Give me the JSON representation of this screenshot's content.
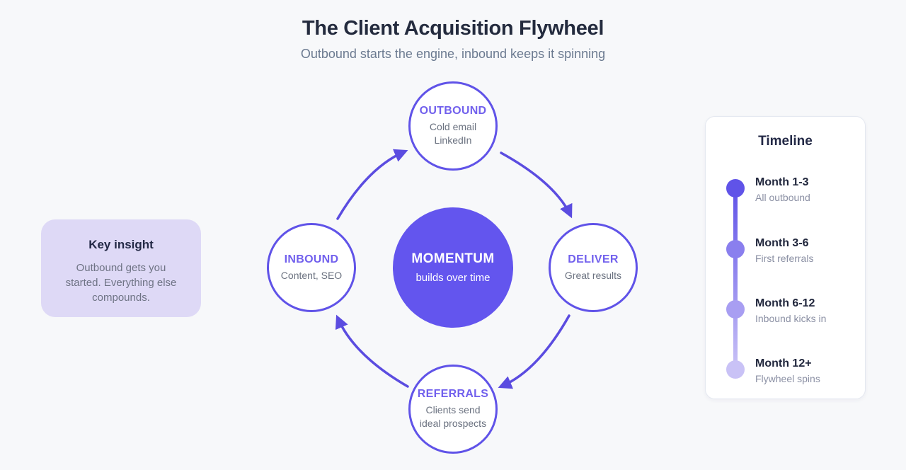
{
  "header": {
    "title": "The Client Acquisition Flywheel",
    "subtitle": "Outbound starts the engine, inbound keeps it spinning"
  },
  "key_insight": {
    "title": "Key insight",
    "body": "Outbound gets you started. Everything else compounds."
  },
  "flywheel": {
    "center": {
      "title": "MOMENTUM",
      "subtitle": "builds over time"
    },
    "nodes": [
      {
        "id": "outbound",
        "title": "OUTBOUND",
        "lines": [
          "Cold email",
          "LinkedIn"
        ]
      },
      {
        "id": "deliver",
        "title": "DELIVER",
        "lines": [
          "Great results"
        ]
      },
      {
        "id": "referrals",
        "title": "REFERRALS",
        "lines": [
          "Clients send",
          "ideal prospects"
        ]
      },
      {
        "id": "inbound",
        "title": "INBOUND",
        "lines": [
          "Content, SEO"
        ]
      }
    ],
    "flow_direction": "clockwise"
  },
  "timeline": {
    "title": "Timeline",
    "items": [
      {
        "label": "Month 1-3",
        "description": "All outbound",
        "dot_color": "#6053e8"
      },
      {
        "label": "Month 3-6",
        "description": "First referrals",
        "dot_color": "#8a7fee"
      },
      {
        "label": "Month 6-12",
        "description": "Inbound kicks in",
        "dot_color": "#a89ef2"
      },
      {
        "label": "Month 12+",
        "description": "Flywheel spins",
        "dot_color": "#c9c2f6"
      }
    ]
  },
  "colors": {
    "primary_purple": "#6053e8",
    "center_fill": "#6355ee",
    "node_title_purple": "#7160ed",
    "arrow_purple": "#5b4ce0",
    "insight_bg": "#ded9f6",
    "page_bg": "#f7f8fa"
  }
}
